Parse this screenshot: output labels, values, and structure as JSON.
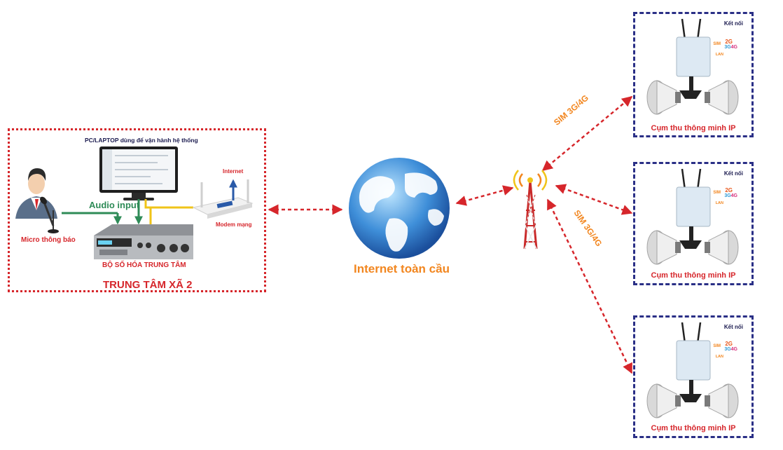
{
  "central": {
    "title": "TRUNG TÂM XÃ 2",
    "pc_label": "PC/LAPTOP dùng để vận hành hệ thống",
    "audio_label": "Audio input",
    "mic_label": "Micro thông báo",
    "encoder_label": "BỘ SỐ HÓA TRUNG TÂM",
    "modem_label": "Modem mạng",
    "internet_label": "Internet"
  },
  "globe_label": "Internet toàn cầu",
  "tower_links": [
    "SIM 3G/4G",
    "SIM 3G/4G"
  ],
  "receivers": [
    {
      "title": "Cụm thu thông minh IP",
      "connect": "Kết nối",
      "sim": "SIM",
      "g2": "2G",
      "g3": "3G",
      "g4": "4G",
      "lan": "LAN"
    },
    {
      "title": "Cụm thu thông minh IP",
      "connect": "Kết nối",
      "sim": "SIM",
      "g2": "2G",
      "g3": "3G",
      "g4": "4G",
      "lan": "LAN"
    },
    {
      "title": "Cụm thu thông minh IP",
      "connect": "Kết nối",
      "sim": "SIM",
      "g2": "2G",
      "g3": "3G",
      "g4": "4G",
      "lan": "LAN"
    }
  ],
  "colors": {
    "link": "#d6262b",
    "receiver_border": "#2a2f86",
    "audio": "#2e8b57",
    "network": "#f0c419",
    "accent": "#f2861f"
  },
  "icons": [
    "microphone-speaker-icon",
    "computer-monitor-icon",
    "audio-encoder-device-icon",
    "wifi-modem-icon",
    "globe-icon",
    "cell-tower-icon",
    "receiver-box-icon",
    "horn-speaker-icon"
  ]
}
